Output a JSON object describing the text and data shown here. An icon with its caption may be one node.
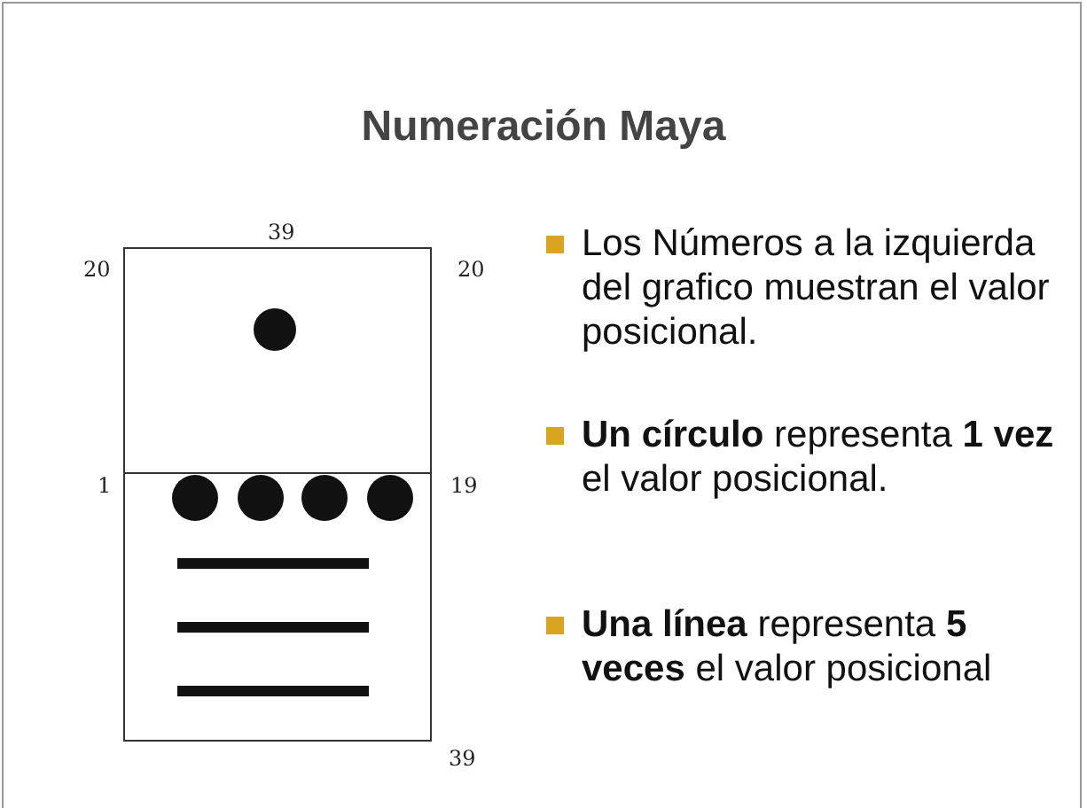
{
  "diagram": {
    "title": "Numeración Maya",
    "labels": [
      "39",
      "20",
      "20",
      "1",
      "19",
      "39",
      "Los Números a la izquierda del grafico muestran el valor posicional.",
      "**Un círculo** representa **1 vez** el valor posicional.",
      "**Una línea** representa **5 veces** el valor posicional"
    ]
  }
}
